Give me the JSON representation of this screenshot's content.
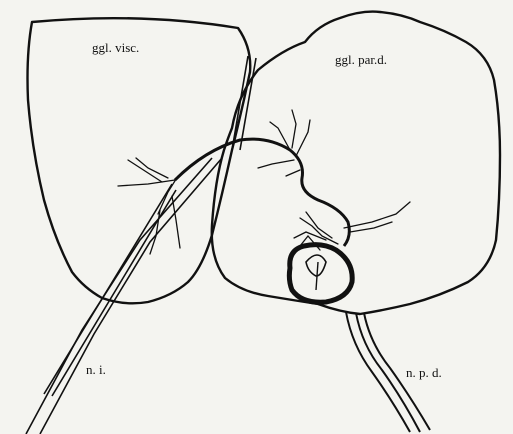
{
  "labels": {
    "visceral_ganglion": "ggl. visc.",
    "parietal_ganglion": "ggl. par.d.",
    "intestinal_nerve": "n. i.",
    "pallial_nerve": "n. p. d."
  },
  "colors": {
    "background": "#f4f4f0",
    "ink": "#111111"
  }
}
